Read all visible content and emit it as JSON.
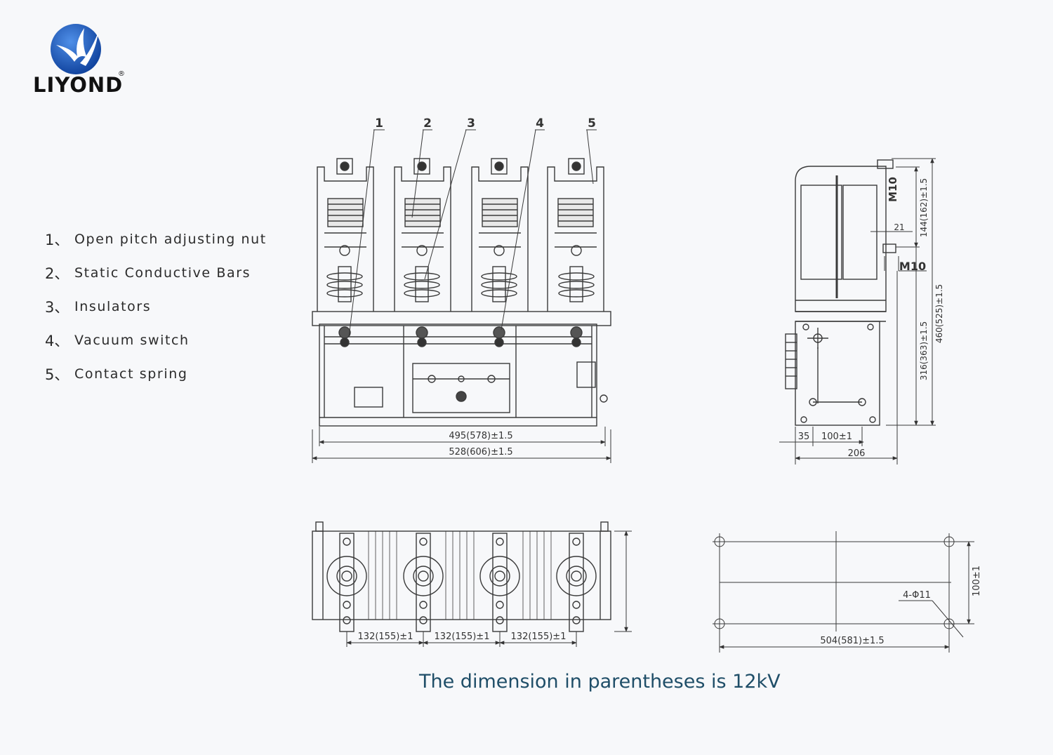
{
  "brand": {
    "name": "LIYOND",
    "registered": "®"
  },
  "legend": [
    {
      "num": "1、",
      "label": "Open pitch adjusting nut"
    },
    {
      "num": "2、",
      "label": "Static Conductive Bars"
    },
    {
      "num": "3、",
      "label": "Insulators"
    },
    {
      "num": "4、",
      "label": "Vacuum switch"
    },
    {
      "num": "5、",
      "label": "Contact spring"
    }
  ],
  "callouts": [
    "1",
    "2",
    "3",
    "4",
    "5"
  ],
  "dimensions": {
    "front_inner_width": "495(578)±1.5",
    "front_outer_width": "528(606)±1.5",
    "side_top_bolt": "M10",
    "side_mid_bolt": "M10",
    "side_upper_height": "144(162)±1.5",
    "side_offset": "21",
    "side_lower_height": "316(363)±1.5",
    "side_total_height": "460(525)±1.5",
    "side_left_offset": "35",
    "side_hole_spacing": "100±1",
    "side_depth": "206",
    "pitch_1": "132(155)±1",
    "pitch_2": "132(155)±1",
    "pitch_3": "132(155)±1",
    "mount_depth": "100±1",
    "mount_holes": "4-Φ11",
    "mount_width": "504(581)±1.5"
  },
  "caption": "The dimension in parentheses is 12kV",
  "colors": {
    "brand_blue": "#1a5bb8",
    "caption": "#1f4e68",
    "line": "#3a3a3a"
  }
}
